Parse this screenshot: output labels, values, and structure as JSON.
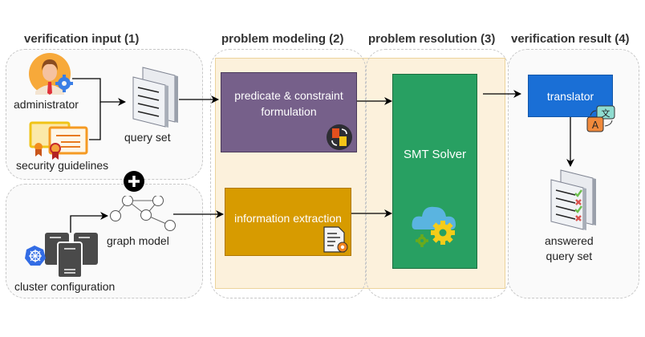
{
  "sections": [
    {
      "id": "input",
      "title": "verification input (1)"
    },
    {
      "id": "modeling",
      "title": "problem modeling (2)"
    },
    {
      "id": "resolution",
      "title": "problem resolution (3)"
    },
    {
      "id": "result",
      "title": "verification result (4)"
    }
  ],
  "nodes": {
    "administrator": "administrator",
    "security_guidelines": "security guidelines",
    "query_set": "query set",
    "graph_model": "graph model",
    "cluster_configuration": "cluster configuration",
    "predicate": "predicate & constraint formulation",
    "information_extraction": "information extraction",
    "smt_solver": "SMT Solver",
    "translator": "translator",
    "answered_query_set_line1": "answered",
    "answered_query_set_line2": "query set"
  },
  "colors": {
    "predicate_box": "#76608a",
    "extraction_box": "#d79b00",
    "smt_box": "#28a062",
    "translator_box": "#1a6fd6",
    "band": "#fcf1dc"
  }
}
